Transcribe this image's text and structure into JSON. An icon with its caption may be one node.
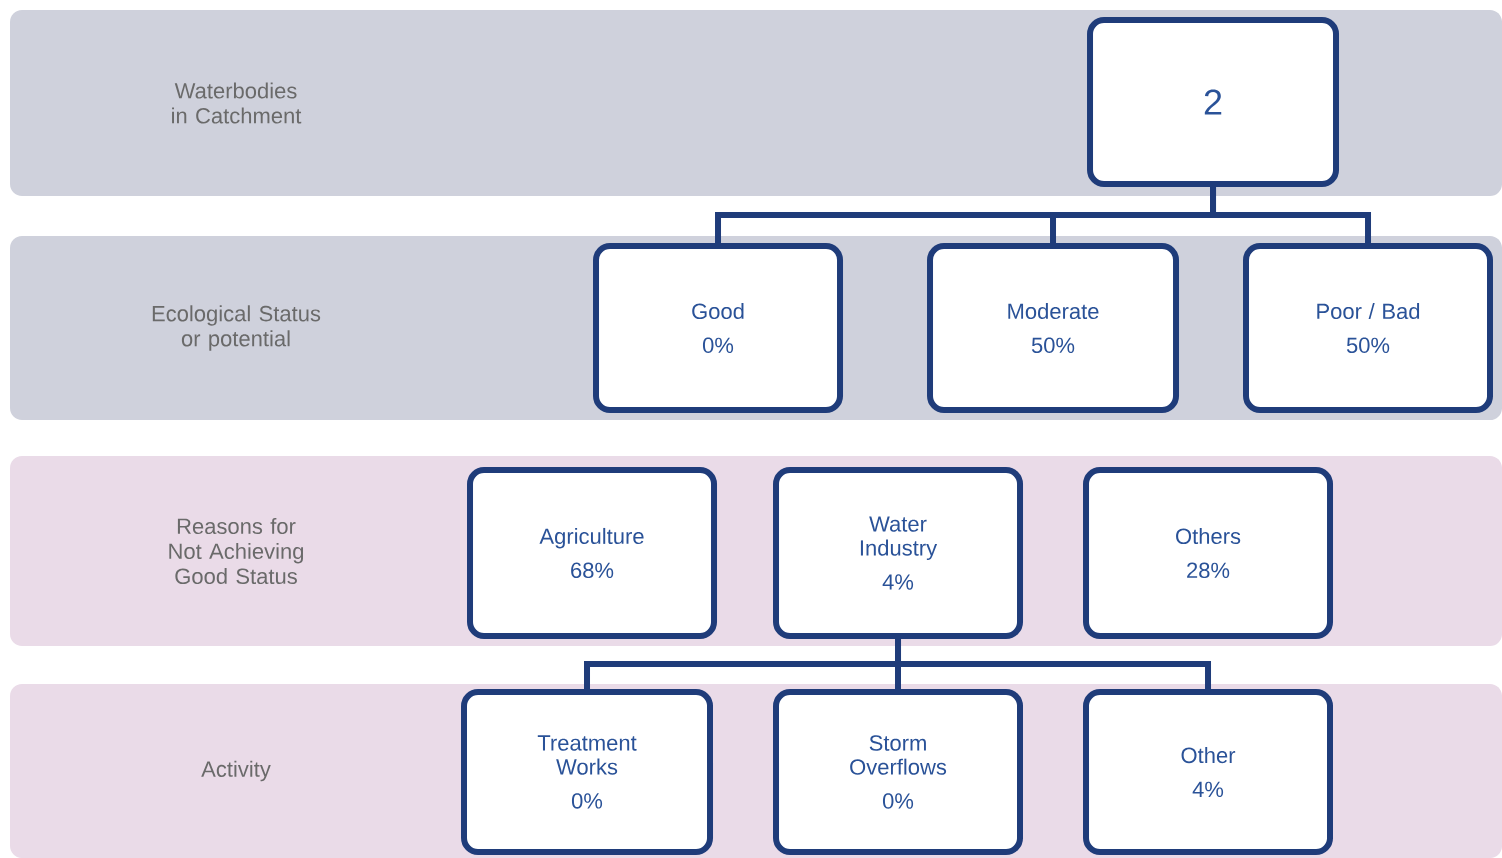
{
  "diagram": {
    "nodes": [
      {
        "text": [
          "Waterbodies in Catchment"
        ]
      },
      {
        "text": [
          "2"
        ],
        "in": 0
      },
      {
        "text": [
          "Ecological Status or potential"
        ]
      },
      {
        "text": [
          "Good",
          "0%"
        ],
        "in": 2
      },
      {
        "text": [
          "Moderate",
          "50%"
        ],
        "in": 2
      },
      {
        "text": [
          "Poor / Bad",
          "50%"
        ],
        "in": 2
      },
      {
        "text": [
          "Reasons for Not Achieving Good Status"
        ]
      },
      {
        "text": [
          "Agriculture",
          "68%"
        ],
        "in": 6
      },
      {
        "text": [
          "Water Industry",
          "4%"
        ],
        "in": 6
      },
      {
        "text": [
          "Others",
          "28%"
        ],
        "in": 6
      },
      {
        "text": [
          "Activity"
        ]
      },
      {
        "text": [
          "Treatment Works",
          "0%"
        ],
        "in": 10
      },
      {
        "text": [
          "Storm Overflows",
          "0%"
        ],
        "in": 10
      },
      {
        "text": [
          "Other",
          "4%"
        ],
        "in": 10
      }
    ],
    "edges": [
      {
        "from": 1,
        "to": 3,
        "arrow": "none"
      },
      {
        "from": 1,
        "to": 4,
        "arrow": "none"
      },
      {
        "from": 1,
        "to": 5,
        "arrow": "none"
      },
      {
        "from": 8,
        "to": 11,
        "arrow": "none"
      },
      {
        "from": 8,
        "to": 12,
        "arrow": "none"
      },
      {
        "from": 8,
        "to": 13,
        "arrow": "none"
      }
    ]
  }
}
